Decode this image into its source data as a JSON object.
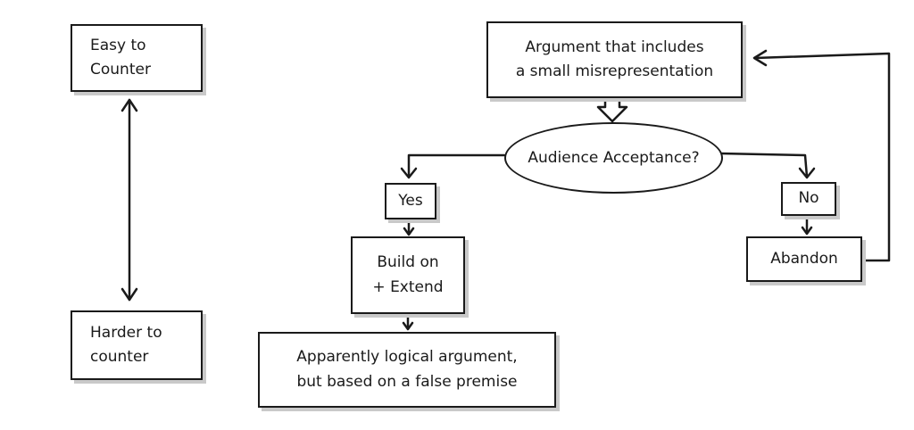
{
  "scale": {
    "top_label_line1": "Easy to",
    "top_label_line2": "Counter",
    "bottom_label_line1": "Harder to",
    "bottom_label_line2": "counter"
  },
  "flow": {
    "argument_line1": "Argument that includes",
    "argument_line2": "a small misrepresentation",
    "decision": "Audience Acceptance?",
    "yes": "Yes",
    "no": "No",
    "build_line1": "Build on",
    "build_line2": "+ Extend",
    "abandon": "Abandon",
    "result_line1": "Apparently logical argument,",
    "result_line2": "but based on a false premise"
  }
}
